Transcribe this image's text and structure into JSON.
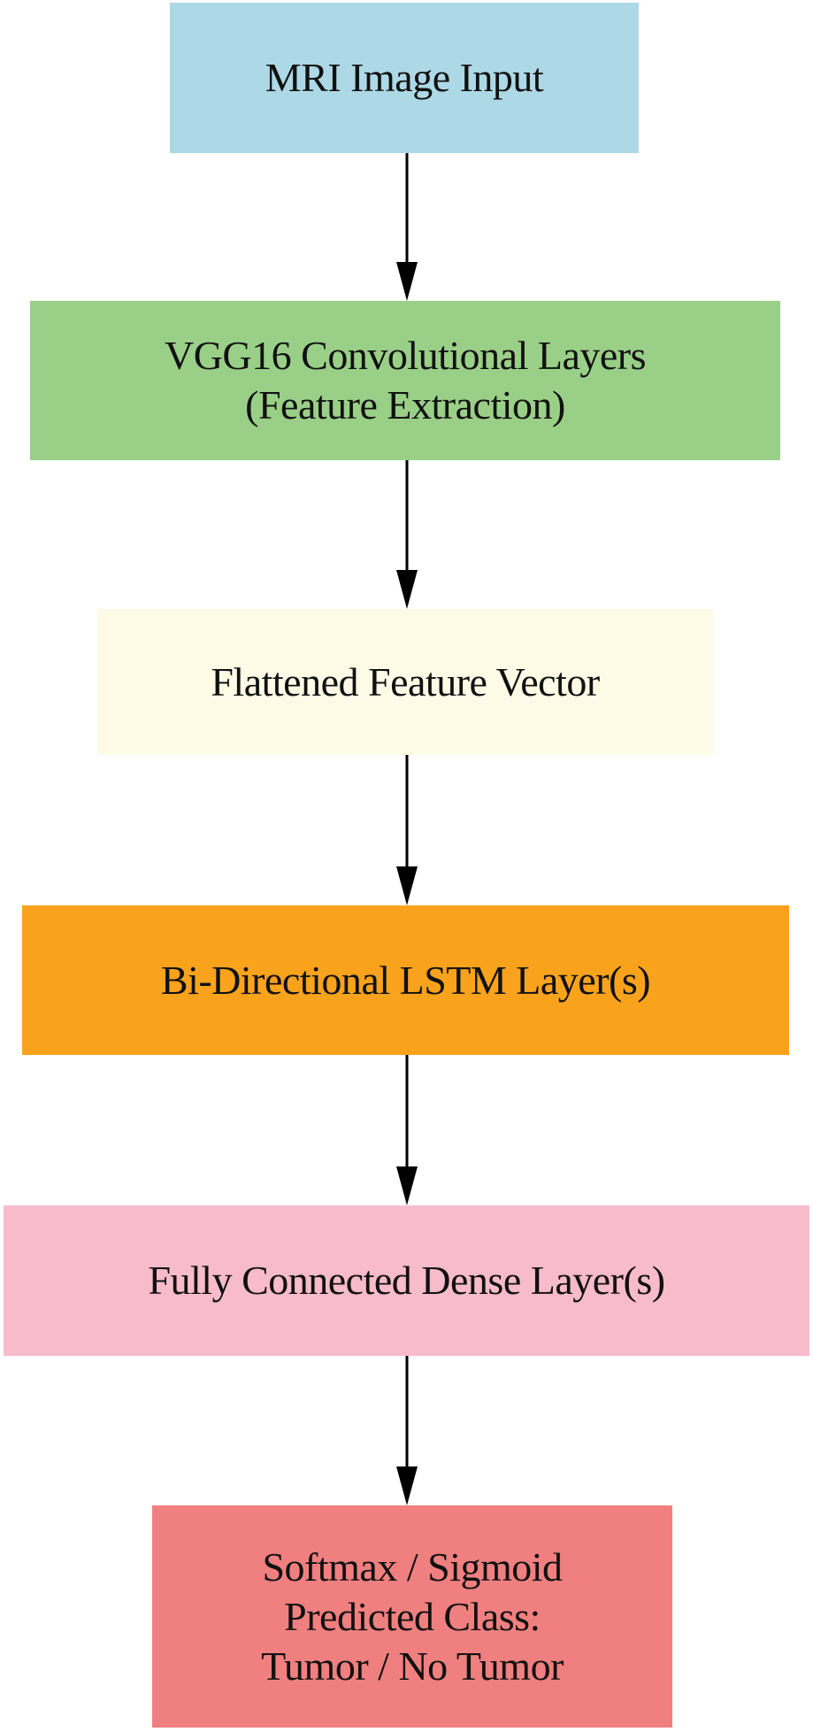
{
  "diagram": {
    "nodes": [
      {
        "id": "input",
        "lines": [
          "MRI Image Input"
        ],
        "color": "#ADD8E6"
      },
      {
        "id": "vgg16",
        "lines": [
          "VGG16 Convolutional Layers",
          "(Feature Extraction)"
        ],
        "color": "#9ACF88"
      },
      {
        "id": "flatten",
        "lines": [
          "Flattened Feature Vector"
        ],
        "color": "#FDFBE6"
      },
      {
        "id": "bilstm",
        "lines": [
          "Bi-Directional LSTM Layer(s)"
        ],
        "color": "#F9A31C"
      },
      {
        "id": "dense",
        "lines": [
          "Fully Connected Dense Layer(s)"
        ],
        "color": "#F8BBCB"
      },
      {
        "id": "output",
        "lines": [
          "Softmax / Sigmoid",
          "Predicted Class:",
          "Tumor / No Tumor"
        ],
        "color": "#F07F7F"
      }
    ],
    "edges": [
      {
        "from": "input",
        "to": "vgg16"
      },
      {
        "from": "vgg16",
        "to": "flatten"
      },
      {
        "from": "flatten",
        "to": "bilstm"
      },
      {
        "from": "bilstm",
        "to": "dense"
      },
      {
        "from": "dense",
        "to": "output"
      }
    ],
    "edge_color": "#000000"
  }
}
